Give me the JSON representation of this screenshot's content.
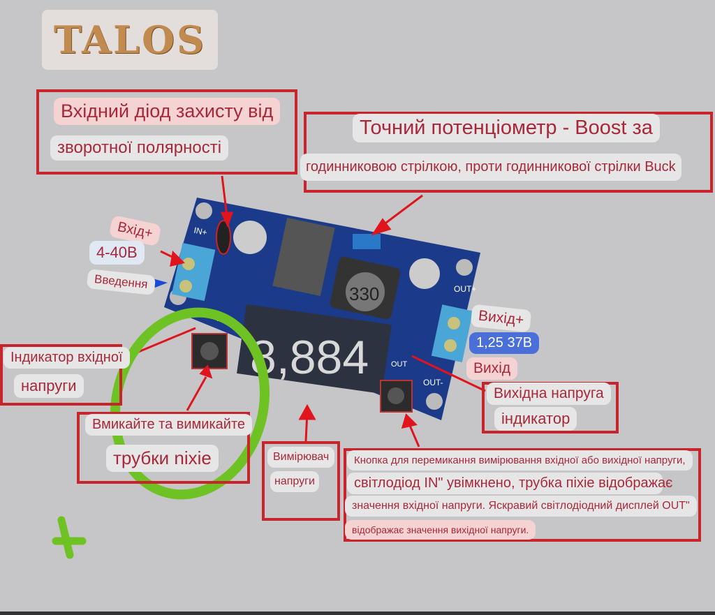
{
  "logo": {
    "text": "TALOS"
  },
  "board": {
    "in_plus": "IN+",
    "out_plus": "OUT+",
    "out_minus": "OUT-",
    "inductor": "330",
    "display": "8,884",
    "led_in": "IN",
    "led_out": "OUT"
  },
  "labels": {
    "diode": [
      "Вхідний діод захисту від",
      "зворотної полярності"
    ],
    "pot": [
      "Точний потенціометр - Boost за",
      "годинниковою стрілкою, проти годинникової стрілки Buck"
    ],
    "input": [
      "Вхід+",
      "4-40В",
      "Введення"
    ],
    "input_led": [
      "Індикатор вхідної",
      "напруги"
    ],
    "nixie_switch": [
      "Вмикайте та вимикайте",
      "трубки nixie"
    ],
    "voltmeter": [
      "Вимірювач",
      "напруги"
    ],
    "button_desc": [
      "Кнопка для перемикання вимірювання вхідної або вихідної напруги,",
      "світлодіод IN\" увімкнено, трубка піхіе відображає",
      "значення вхідної напруги. Яскравий світлодіодний дисплей OUT\"",
      "відображає значення вихідної напруги."
    ],
    "output": [
      "Вихід+",
      "1,25 37В",
      "Вихід"
    ],
    "output_led": [
      "Вихідна напруга",
      "індикатор"
    ]
  },
  "colors": {
    "frame": "#c8242c",
    "highlight": "#6fc224",
    "board": "#1b3a8a"
  }
}
